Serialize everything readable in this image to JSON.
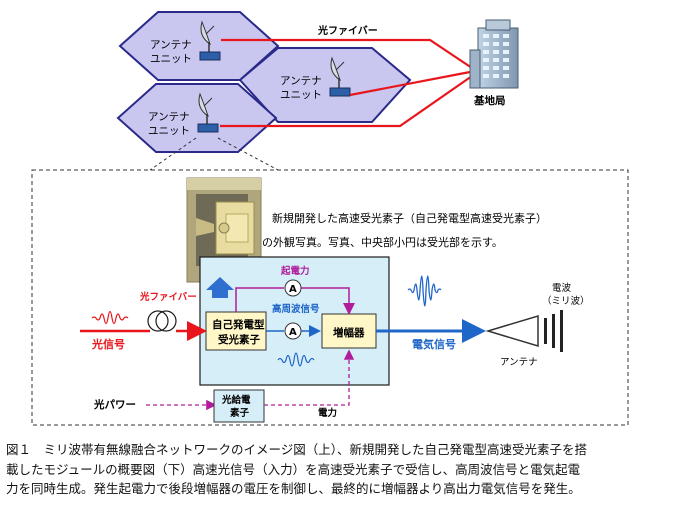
{
  "network": {
    "antenna_unit_1": [
      "アンテナ",
      "ユニット"
    ],
    "antenna_unit_2": [
      "アンテナ",
      "ユニット"
    ],
    "antenna_unit_3": [
      "アンテナ",
      "ユニット"
    ],
    "fiber_label": "光ファイバー",
    "base_station_label": "基地局"
  },
  "module": {
    "photo_caption_1": "新規開発した高速受光素子（自己発電型高速受光素子）",
    "photo_caption_2": "の外観写真。写真、中央部小円は受光部を示す。",
    "self_power_label": "起電力",
    "hf_signal_label": "高周波信号",
    "photodiode_label": [
      "自己発電型",
      "受光素子"
    ],
    "amplifier_label": "増幅器",
    "optical_signal_label": "光信号",
    "fiber_label": "光ファイバー",
    "electric_signal_label": "電気信号",
    "antenna_label": "アンテナ",
    "radio_wave_label": [
      "電波",
      "（ミリ波）"
    ],
    "optical_power_label": "光パワー",
    "optical_feed_label": [
      "光給電",
      "素子"
    ],
    "power_label": "電力",
    "meter_symbol": "A"
  },
  "caption": {
    "line1": "図１　ミリ波帯有無線融合ネットワークのイメージ図（上）、新規開発した自己発電型高速受光素子を搭",
    "line2": "載したモジュールの概要図（下）高速光信号（入力）を高速受光素子で受信し、高周波信号と電気起電",
    "line3": "力を同時生成。発生起電力で後段増幅器の電圧を制御し、最終的に増幅器より高出力電気信号を発生。"
  },
  "colors": {
    "cell_fill": "#c9c6f0",
    "cell_stroke": "#2a2a8a",
    "fiber_red": "#e8161c",
    "module_bg": "#d6eef7",
    "block_fill": "#fff7c7",
    "signal_blue": "#1f66c9",
    "magenta": "#b01c9c"
  }
}
